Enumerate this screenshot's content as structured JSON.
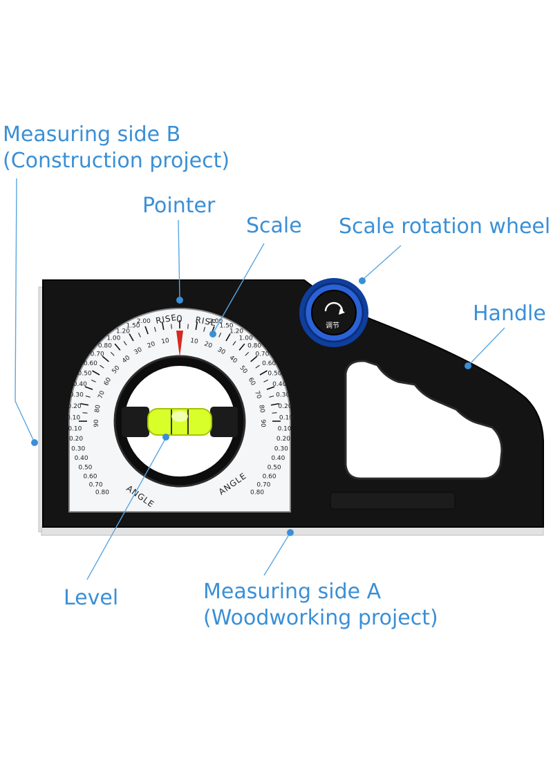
{
  "callouts": {
    "measuring_side_b": {
      "line1": "Measuring side B",
      "line2": "(Construction project)"
    },
    "pointer": "Pointer",
    "scale": "Scale",
    "scale_rotation_wheel": "Scale rotation wheel",
    "handle": "Handle",
    "level": "Level",
    "measuring_side_a": {
      "line1": "Measuring side A",
      "line2": "(Woodworking project)"
    }
  },
  "dial": {
    "rise_label": "RISE",
    "angle_label": "ANGLE",
    "zero_label": "0",
    "ninety_label": "90",
    "degree_labels": [
      "10",
      "20",
      "30",
      "40",
      "50",
      "60",
      "70",
      "80"
    ],
    "rise_labels": [
      "0.10",
      "0.20",
      "0.30",
      "0.40",
      "0.50",
      "0.60",
      "0.70",
      "0.80",
      "1.00",
      "1.20",
      "1.50",
      "2.00"
    ]
  },
  "wheel": {
    "icon": "rotate-arrow-icon",
    "label": "调节"
  },
  "colors": {
    "callout_text": "#3a8fd6",
    "leader_line": "#5aa6e0",
    "body": "#111111",
    "metal_edge": "#dcdcdc",
    "dial_face": "#f4f6f8",
    "wheel": "#1f4fc0",
    "bubble_vial": "#d8ff2a",
    "pointer_red": "#d42a1f"
  }
}
